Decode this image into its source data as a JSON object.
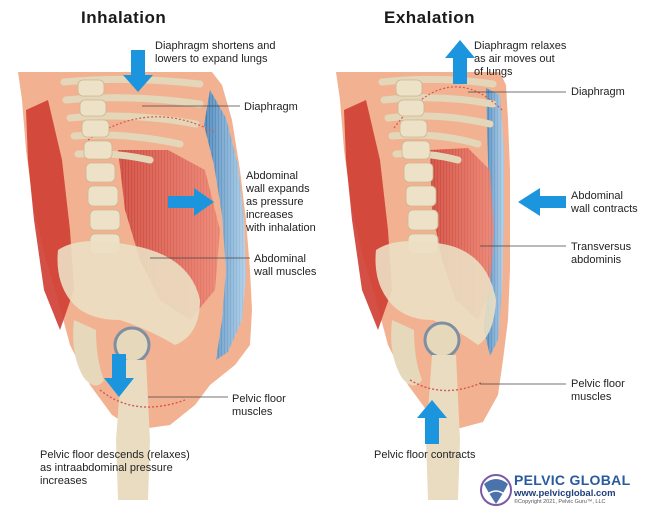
{
  "inhalation": {
    "title": "Inhalation",
    "diaphragm_note": "Diaphragm shortens and\nlowers to expand lungs",
    "diaphragm_label": "Diaphragm",
    "wall_note": "Abdominal\nwall expands\nas pressure\nincreases\nwith inhalation",
    "muscles_label": "Abdominal\nwall muscles",
    "pelvic_label": "Pelvic floor\nmuscles",
    "pelvic_note": "Pelvic floor descends (relaxes)\nas intraabdominal pressure\nincreases"
  },
  "exhalation": {
    "title": "Exhalation",
    "diaphragm_note": "Diaphragm relaxes\nas air moves out\nof lungs",
    "diaphragm_label": "Diaphragm",
    "wall_note": "Abdominal\nwall contracts",
    "transversus_label": "Transversus\nabdominis",
    "pelvic_label": "Pelvic floor\nmuscles",
    "pelvic_note": "Pelvic floor contracts"
  },
  "logo": {
    "name": "PELVIC GLOBAL",
    "url": "www.pelvicglobal.com",
    "copyright": "©Copyright 2021, Pelvic Guru™, LLC"
  },
  "colors": {
    "arrow": "#1b96de",
    "skin": "#f2b292",
    "muscle": "#d8463a",
    "abdominal_wall": "#5b93c4",
    "bone": "#e9dcc0"
  }
}
